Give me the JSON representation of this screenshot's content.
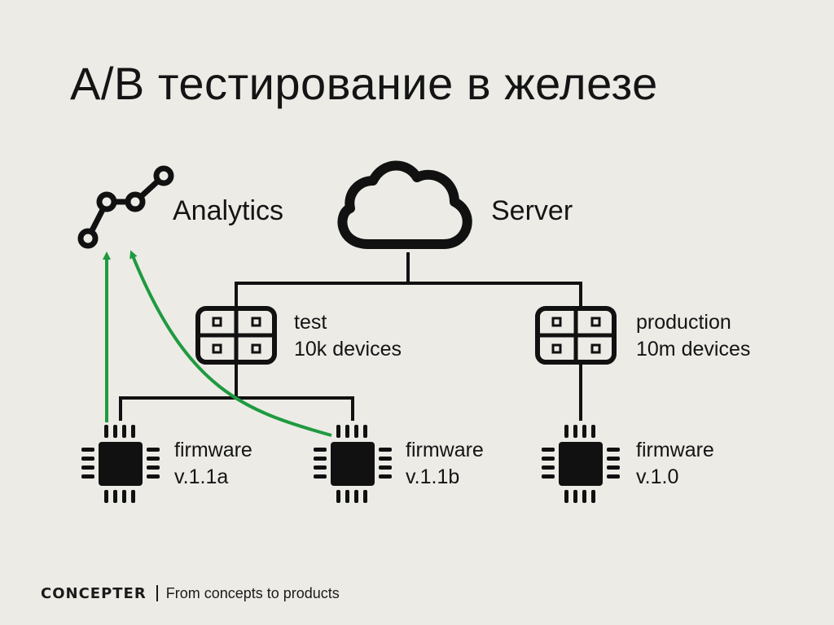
{
  "title": "A/B тестирование в железе",
  "analytics": {
    "label": "Analytics"
  },
  "server": {
    "label": "Server"
  },
  "groups": {
    "test": {
      "line1": "test",
      "line2": "10k devices"
    },
    "production": {
      "line1": "production",
      "line2": "10m devices"
    }
  },
  "devices": [
    {
      "line1": "firmware",
      "line2": "v.1.1a"
    },
    {
      "line1": "firmware",
      "line2": "v.1.1b"
    },
    {
      "line1": "firmware",
      "line2": "v.1.0"
    }
  ],
  "footer": {
    "brand": "CONCEPTER",
    "tagline": "From concepts to products"
  },
  "colors": {
    "background": "#ecebe6",
    "ink": "#111111",
    "arrow": "#1f9a3f"
  },
  "icons": [
    "analytics-graph-icon",
    "cloud-icon",
    "device-group-icon",
    "chip-icon"
  ]
}
